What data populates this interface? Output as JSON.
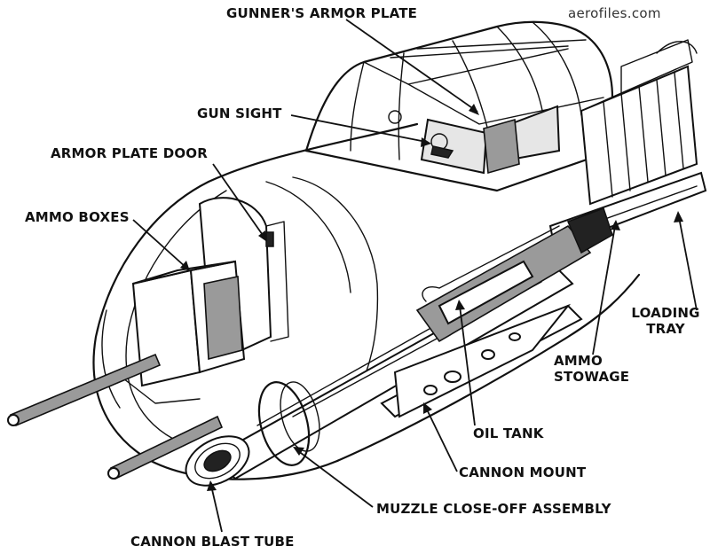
{
  "watermark": "aerofiles.com",
  "labels": {
    "gunners_armor_plate": "GUNNER'S ARMOR PLATE",
    "gun_sight": "GUN SIGHT",
    "armor_plate_door": "ARMOR PLATE DOOR",
    "ammo_boxes": "AMMO BOXES",
    "loading_tray_line1": "LOADING",
    "loading_tray_line2": "TRAY",
    "ammo_stowage_line1": "AMMO",
    "ammo_stowage_line2": "STOWAGE",
    "oil_tank": "OIL TANK",
    "cannon_mount": "CANNON MOUNT",
    "muzzle_close_off_assembly": "MUZZLE CLOSE-OFF ASSEMBLY",
    "cannon_blast_tube": "CANNON BLAST TUBE"
  }
}
